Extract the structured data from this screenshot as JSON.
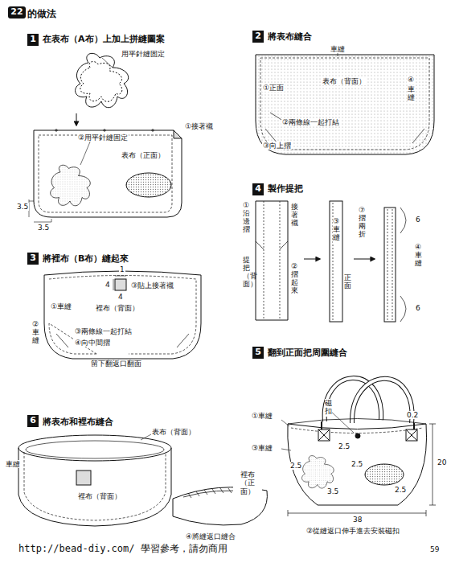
{
  "diagram": {
    "title": "的做法",
    "nodes": [
      {
        "text": [
          "22"
        ]
      },
      {
        "text": [
          "1"
        ]
      },
      {
        "text": [
          "2"
        ]
      },
      {
        "text": [
          "3"
        ]
      },
      {
        "text": [
          "4"
        ]
      },
      {
        "text": [
          "5"
        ]
      },
      {
        "text": [
          "6"
        ]
      }
    ],
    "labels": [
      "在表布（A布）上加上拼縫圖案",
      "用平針縫固定",
      "②用平針縫固定",
      "①接著襯",
      "表布（正面）",
      "3.5",
      "3.5",
      "將表布縫合",
      "車縫",
      "表布（背面）",
      "④",
      "車縫",
      "①正面",
      "②兩條線一起打結",
      "③向上摺",
      "製作提把",
      "①沿邊摺",
      "接著襯",
      "提把（背面）",
      "②摺起來",
      "③車縫",
      "⑦摺兩折",
      "正面",
      "6",
      "④車縫",
      "6",
      "將裡布（B布）縫起來",
      "1",
      "4",
      "③貼上接著襯",
      "4",
      "裡布（背面）",
      "①車縫",
      "②車縫",
      "③兩條線一起打結",
      "④向中間摺",
      "留下翻返口翻面",
      "翻到正面把周圍縫合",
      "磁扣",
      "0.2",
      "①車縫",
      "③車縫",
      "2.5",
      "2.5",
      "3.5",
      "2.5",
      "2.5",
      "20",
      "38",
      "②從縫返口伸手進去安裝磁扣",
      "將表布和裡布縫合",
      "表布（背面）",
      "車縫",
      "裡布（背面）",
      "④將縫返口縫合",
      "裡布（正面）",
      "http://bead-diy.com/ 學習參考，請勿商用",
      "59"
    ]
  }
}
